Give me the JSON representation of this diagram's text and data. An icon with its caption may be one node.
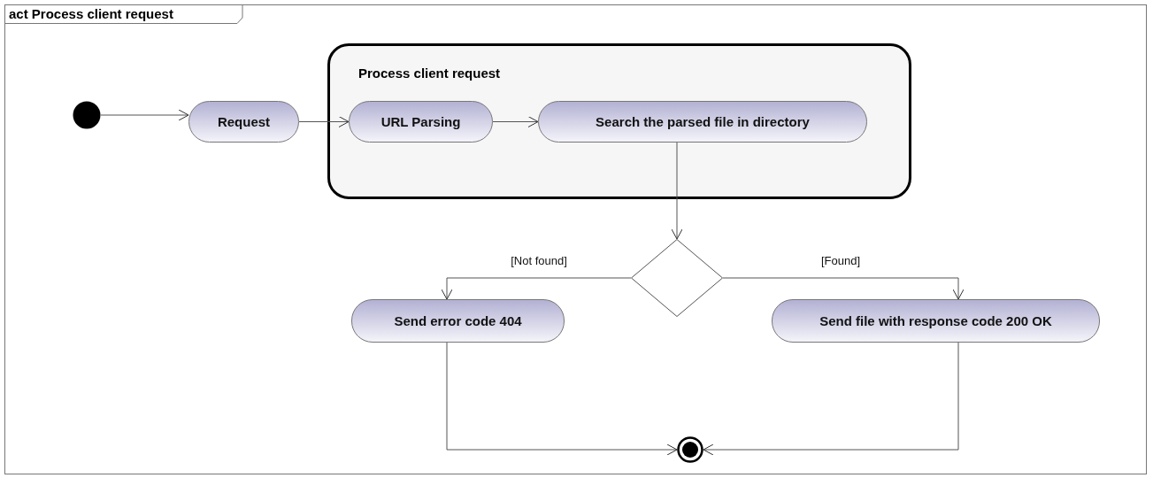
{
  "diagram": {
    "nodes": [
      {
        "text": [
          "act Process client request"
        ]
      },
      {
        "text": [],
        "shape": "circle",
        "in": 0
      },
      {
        "text": [
          "Request"
        ],
        "in": 0
      },
      {
        "text": [
          "Process client request"
        ],
        "in": 0
      },
      {
        "text": [
          "URL Parsing"
        ],
        "in": 3
      },
      {
        "text": [
          "Search the parsed file in directory"
        ],
        "in": 3
      },
      {
        "text": [],
        "shape": "diamond",
        "in": 0
      },
      {
        "text": [
          "Send error code 404"
        ],
        "in": 0
      },
      {
        "text": [
          "Send file with response code 200 OK"
        ],
        "in": 0
      },
      {
        "text": [],
        "shape": "bullseye",
        "in": 0
      }
    ],
    "edges": [
      {
        "from": 1,
        "to": 2,
        "arrow": "to"
      },
      {
        "from": 2,
        "to": 4,
        "arrow": "to"
      },
      {
        "from": 4,
        "to": 5,
        "arrow": "to"
      },
      {
        "from": 5,
        "to": 6,
        "arrow": "to"
      },
      {
        "from": 6,
        "to": 7,
        "arrow": "to",
        "label": "[Not found]"
      },
      {
        "from": 6,
        "to": 8,
        "arrow": "to",
        "label": "[Found]"
      },
      {
        "from": 7,
        "to": 9,
        "arrow": "to"
      },
      {
        "from": 8,
        "to": 9,
        "arrow": "to"
      }
    ]
  }
}
